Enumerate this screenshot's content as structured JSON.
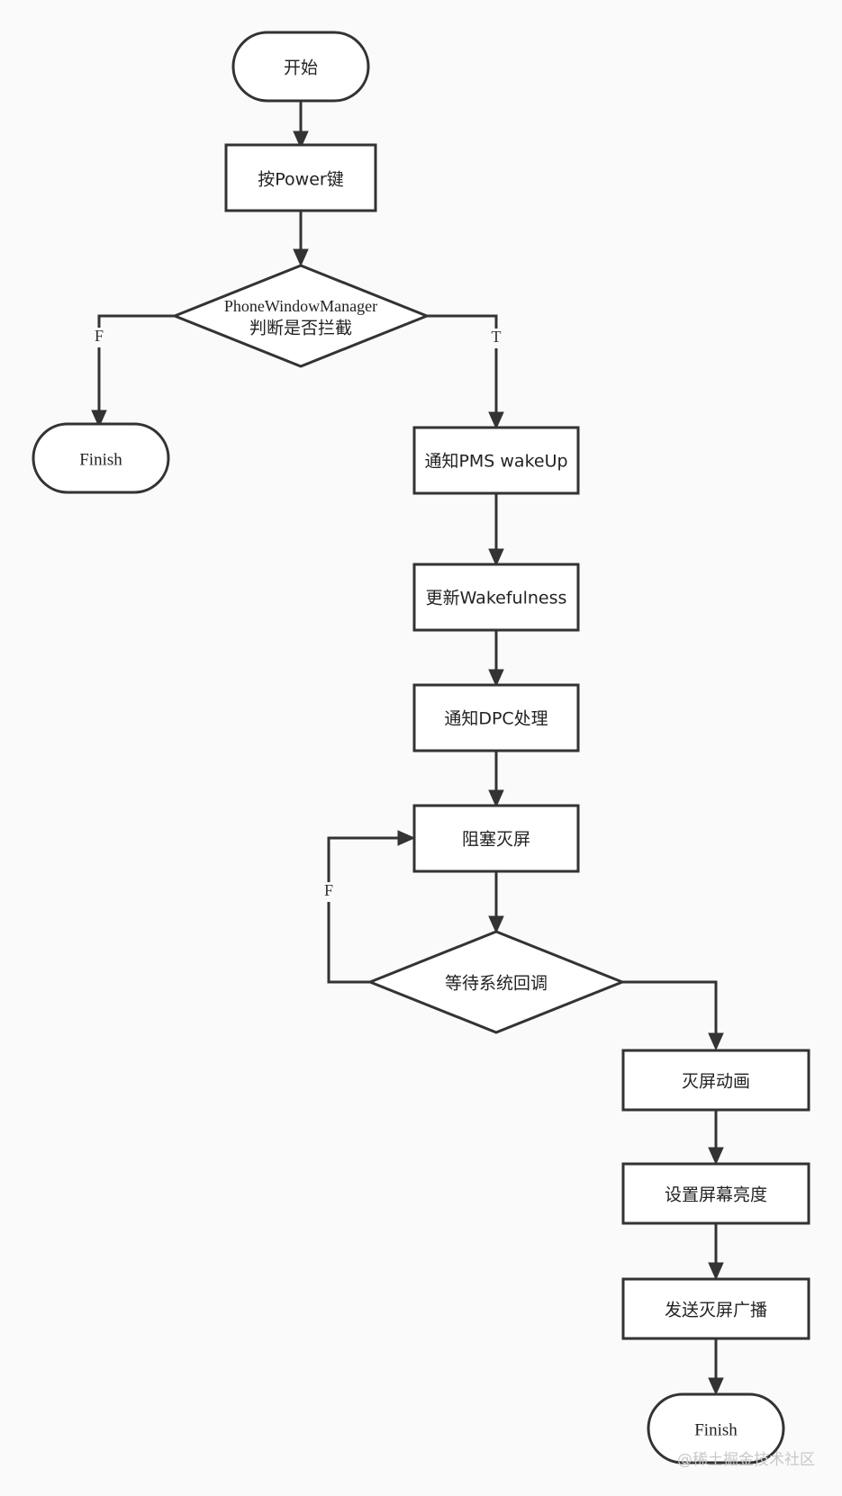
{
  "nodes": {
    "start": "开始",
    "press_power": "按Power键",
    "intercept_line1": "PhoneWindowManager",
    "intercept_line2": "判断是否拦截",
    "finish_left": "Finish",
    "notify_pms": "通知PMS wakeUp",
    "update_wakefulness": "更新Wakefulness",
    "notify_dpc": "通知DPC处理",
    "block_screen_off": "阻塞灭屏",
    "wait_callback": "等待系统回调",
    "screen_off_anim": "灭屏动画",
    "set_brightness": "设置屏幕亮度",
    "send_broadcast": "发送灭屏广播",
    "finish_end": "Finish"
  },
  "edges": {
    "intercept_false": "F",
    "intercept_true": "T",
    "wait_false": "F"
  },
  "watermark": "@稀土掘金技术社区"
}
